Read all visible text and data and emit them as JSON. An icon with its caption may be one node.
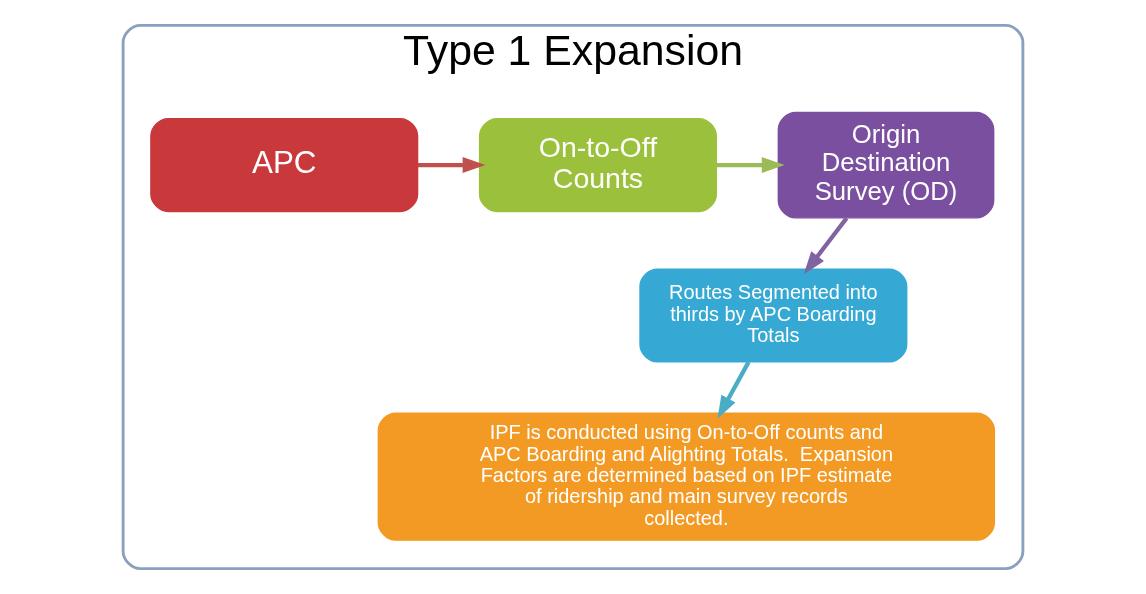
{
  "diagram": {
    "nodes": [
      {
        "text": [
          "Type 1 Expansion"
        ]
      },
      {
        "text": [
          "APC"
        ],
        "in": 0
      },
      {
        "text": [
          "On-to-Off Counts"
        ],
        "in": 0
      },
      {
        "text": [
          "Origin Destination Survey (OD)"
        ],
        "in": 0
      },
      {
        "text": [
          "Routes Segmented into thirds by APC Boarding Totals"
        ],
        "in": 0
      },
      {
        "text": [
          "IPF is conducted using On-to-Off counts and APC Boarding and Alighting Totals.  Expansion Factors are determined based on IPF estimate of ridership and main survey records collected."
        ],
        "in": 0
      }
    ],
    "edges": [
      {
        "from": 1,
        "to": 2,
        "arrow": "to",
        "color": "#c0504d"
      },
      {
        "from": 2,
        "to": 3,
        "arrow": "to",
        "color": "#9bbb59"
      },
      {
        "from": 3,
        "to": 4,
        "arrow": "to",
        "color": "#8064a2"
      },
      {
        "from": 4,
        "to": 5,
        "arrow": "to",
        "color": "#4bacc6"
      }
    ]
  }
}
